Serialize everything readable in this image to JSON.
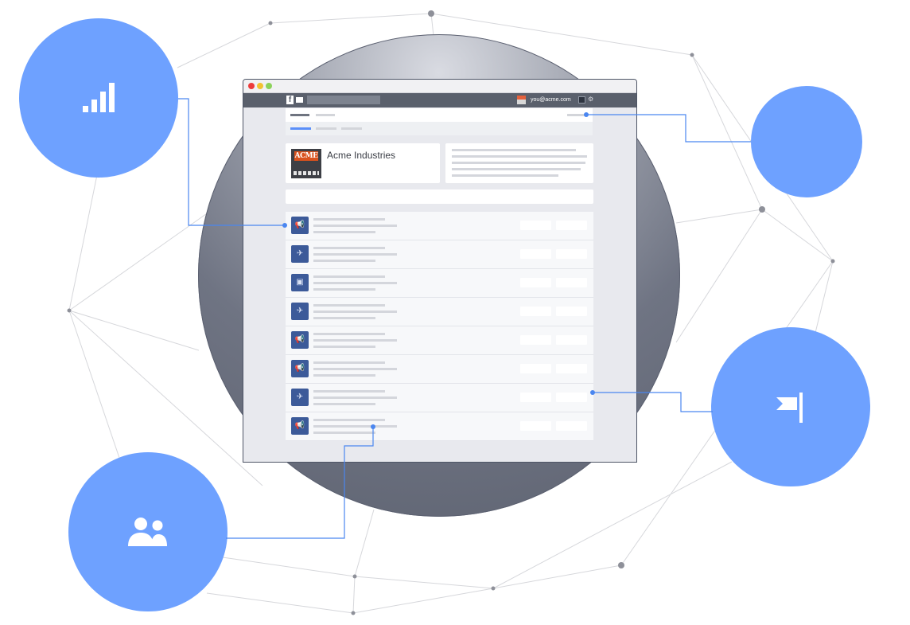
{
  "browser": {
    "facebook_logo": "f",
    "user_email": "you@acme.com",
    "gear_glyph": "⚙"
  },
  "page": {
    "name": "Acme Industries",
    "logo_text": "ACME"
  },
  "feed": {
    "items": [
      {
        "icon": "megaphone-icon",
        "glyph": "📢"
      },
      {
        "icon": "plane-icon",
        "glyph": "✈"
      },
      {
        "icon": "box-icon",
        "glyph": "▣"
      },
      {
        "icon": "plane-icon",
        "glyph": "✈"
      },
      {
        "icon": "megaphone-icon",
        "glyph": "📢"
      },
      {
        "icon": "megaphone-icon",
        "glyph": "📢"
      },
      {
        "icon": "plane-icon",
        "glyph": "✈"
      },
      {
        "icon": "megaphone-icon",
        "glyph": "📢"
      }
    ]
  },
  "nodes": {
    "signal_icon": "signal-bars-icon",
    "flag_icon": "flag-icon",
    "users_icon": "users-icon"
  },
  "colors": {
    "accent": "#6ea1ff",
    "facebook_blue": "#3c5a99",
    "link_line": "#4a86f0"
  }
}
